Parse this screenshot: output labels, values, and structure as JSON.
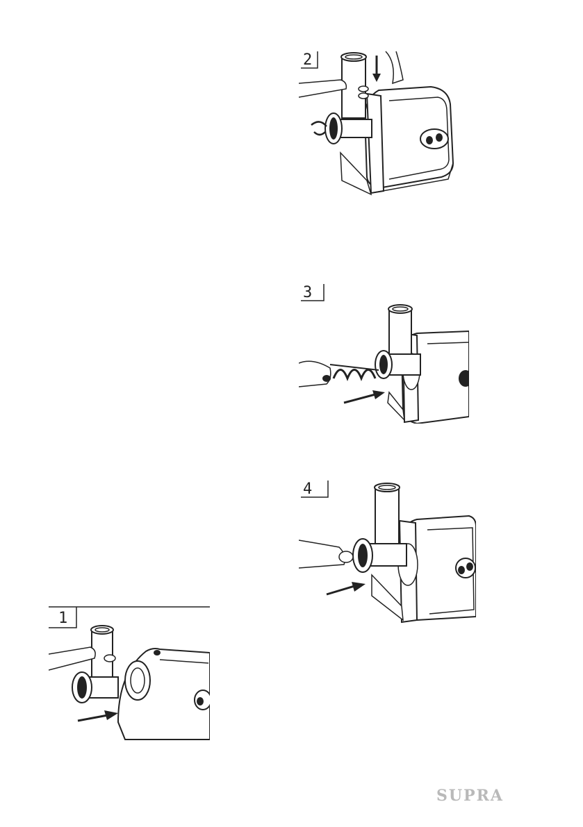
{
  "steps": [
    {
      "label": "1"
    },
    {
      "label": "2"
    },
    {
      "label": "3"
    },
    {
      "label": "4"
    }
  ],
  "footer": {
    "brand": "SUPRA"
  },
  "icons": {
    "figure_1": "meat-grinder-attach-tube-icon",
    "figure_2": "meat-grinder-lock-knob-icon",
    "figure_3": "meat-grinder-insert-auger-icon",
    "figure_4": "meat-grinder-insert-blade-icon"
  }
}
